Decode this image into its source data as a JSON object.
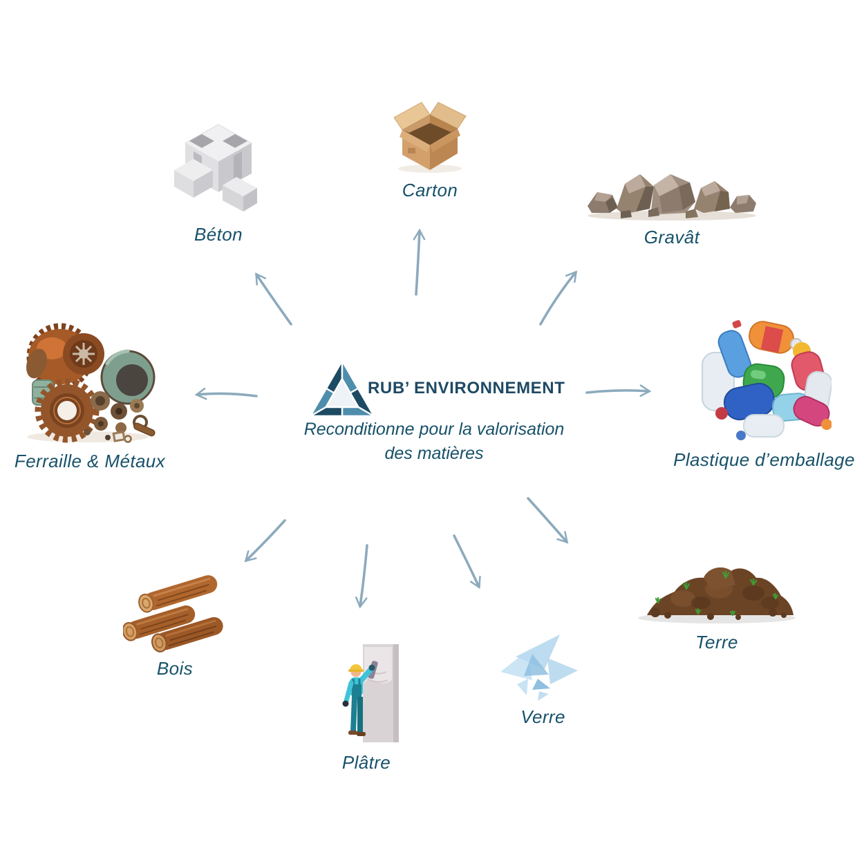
{
  "page": {
    "background": "#ffffff"
  },
  "center": {
    "logo_icon": "recycling-triangle-icon",
    "brand": "RUB’ ENVIRONNEMENT",
    "tagline_line1": "Reconditionne pour la valorisation",
    "tagline_line2": "des matières"
  },
  "items": {
    "beton": {
      "label": "Béton",
      "icon": "concrete-block"
    },
    "carton": {
      "label": "Carton",
      "icon": "cardboard-box"
    },
    "gravat": {
      "label": "Gravât",
      "icon": "rubble-rocks"
    },
    "ferraille": {
      "label": "Ferraille & Métaux",
      "icon": "scrap-metal-parts"
    },
    "plastique": {
      "label": "Plastique d’emballage",
      "icon": "plastic-bottles"
    },
    "bois": {
      "label": "Bois",
      "icon": "wood-logs"
    },
    "platre": {
      "label": "Plâtre",
      "icon": "plasterer-worker"
    },
    "verre": {
      "label": "Verre",
      "icon": "glass-shards"
    },
    "terre": {
      "label": "Terre",
      "icon": "soil-pile"
    }
  },
  "colors": {
    "brand_navy": "#1e4964",
    "brand_blue": "#4f8dac",
    "label_teal": "#175169",
    "arrow_blue": "#8caabc"
  }
}
